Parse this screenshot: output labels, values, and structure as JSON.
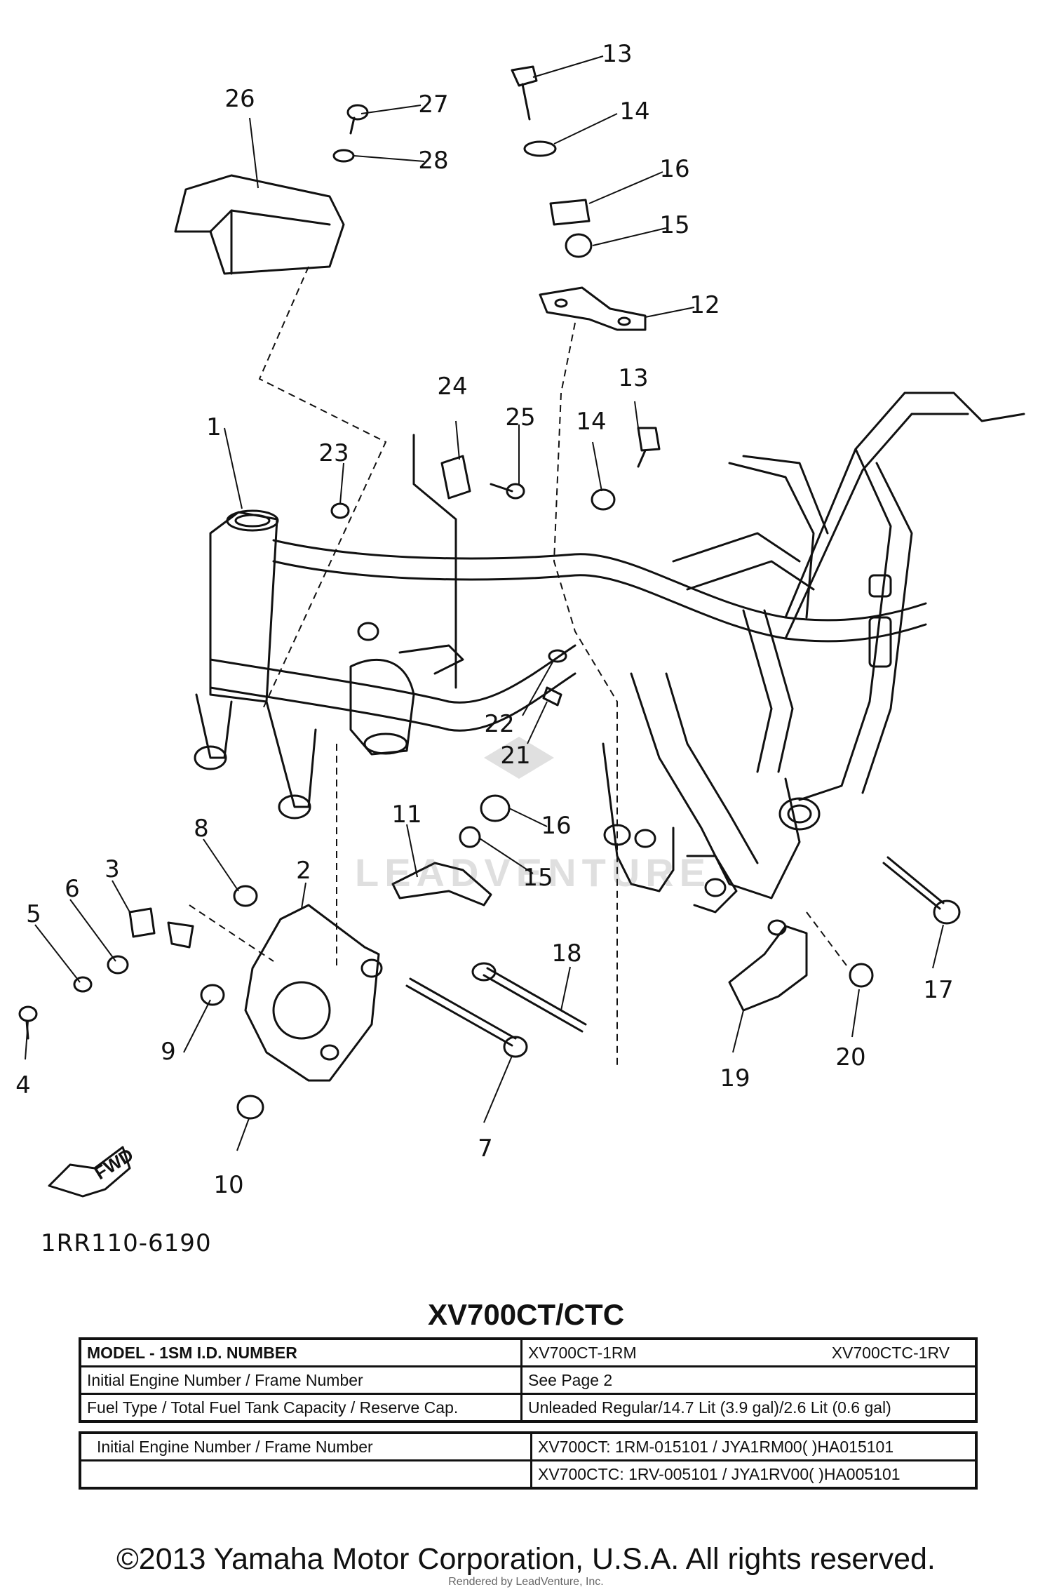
{
  "callouts": [
    "1",
    "2",
    "3",
    "4",
    "5",
    "6",
    "7",
    "8",
    "9",
    "10",
    "11",
    "12",
    "13",
    "14",
    "15",
    "16",
    "17",
    "18",
    "19",
    "20",
    "21",
    "22",
    "23",
    "24",
    "25",
    "26",
    "27",
    "28"
  ],
  "callouts_repeat": [
    "13",
    "14",
    "15",
    "16"
  ],
  "drawing_code": "1RR110-6190",
  "watermark_brand": "LEADVENTURE",
  "model_heading": "XV700CT/CTC",
  "spec_table_1": [
    [
      "MODEL - 1SM I.D. NUMBER",
      "XV700CT-1RM",
      "XV700CTC-1RV"
    ],
    [
      "Initial Engine Number / Frame Number",
      "See Page 2",
      ""
    ],
    [
      "Fuel Type / Total Fuel Tank Capacity / Reserve Cap.",
      "Unleaded Regular/14.7 Lit (3.9 gal)/2.6 Lit (0.6 gal)",
      ""
    ]
  ],
  "spec_table_2": [
    [
      "Initial Engine Number / Frame Number",
      "XV700CT: 1RM-015101 / JYA1RM00( )HA015101"
    ],
    [
      "",
      "XV700CTC: 1RV-005101 / JYA1RV00( )HA005101"
    ]
  ],
  "copyright": "©2013 Yamaha Motor Corporation, U.S.A. All rights reserved.",
  "watermark_text": "Rendered by LeadVenture, Inc.",
  "fwd_label": "FWD"
}
